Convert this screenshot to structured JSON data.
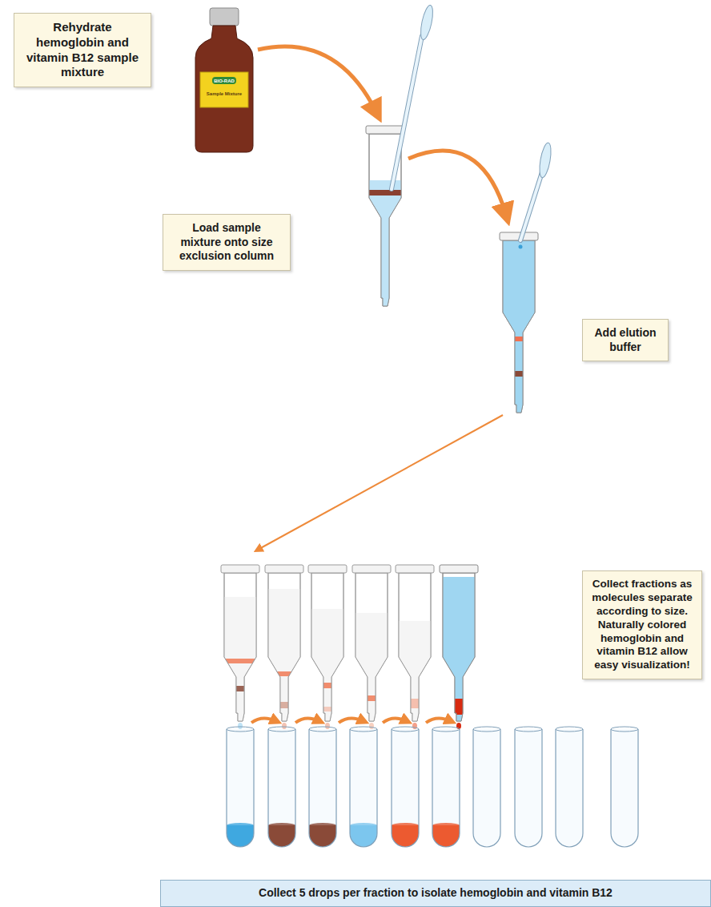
{
  "diagram": {
    "nodes": [
      {
        "text": [
          "Rehydrate hemoglobin and vitamin B12 sample mixture"
        ]
      },
      {
        "text": [
          "Load sample mixture onto size exclusion column"
        ]
      },
      {
        "text": [
          "Add elution buffer"
        ]
      },
      {
        "text": [
          "Collect fractions as molecules separate according to size. Naturally colored hemoglobin and vitamin B12 allow easy visualization!"
        ]
      },
      {
        "text": [
          "Collect 5 drops per fraction to isolate hemoglobin and vitamin B12"
        ]
      }
    ],
    "labels": [
      "BIO-RAD",
      "Sample Mixture"
    ]
  }
}
